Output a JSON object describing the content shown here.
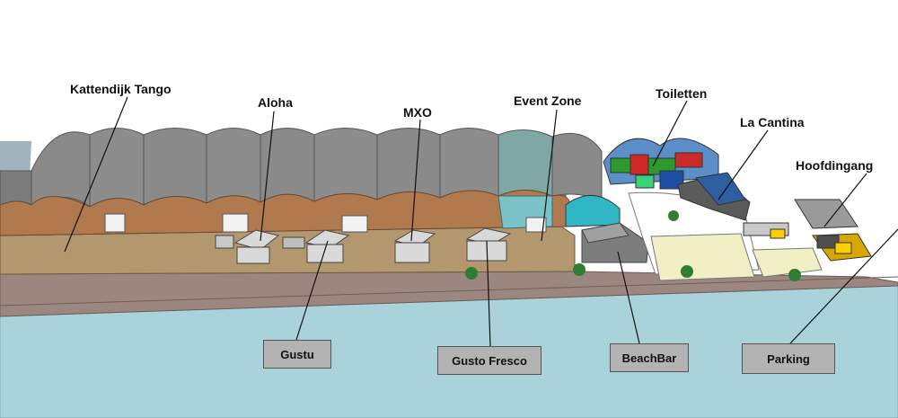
{
  "labels": {
    "kattendijk": "Kattendijk Tango",
    "aloha": "Aloha",
    "mxo": "MXO",
    "event_zone": "Event Zone",
    "toiletten": "Toiletten",
    "la_cantina": "La Cantina",
    "hoofdingang": "Hoofdingang"
  },
  "plaques": {
    "gustu": "Gustu",
    "gusto_fresco": "Gusto Fresco",
    "beachbar": "BeachBar",
    "parking": "Parking"
  },
  "colors": {
    "water": "#a9d2da",
    "road": "#9b8680",
    "deck": "#b3976e",
    "hall_roof": "#8a8a8a",
    "hall_wall": "#b07a4e",
    "lawn": "#f1efc6"
  }
}
